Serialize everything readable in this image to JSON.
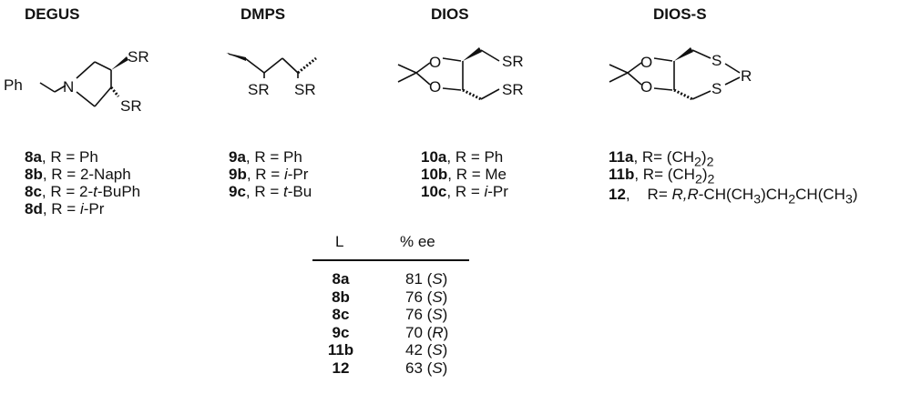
{
  "titles": {
    "degus": "DEGUS",
    "dmps": "DMPS",
    "dios": "DIOS",
    "dioss": "DIOS-S"
  },
  "structure_labels": {
    "sr": "SR",
    "r": "R",
    "s": "S",
    "o": "O",
    "n": "N",
    "ph": "Ph"
  },
  "degus": [
    {
      "id": "8a",
      "text": ", R = Ph"
    },
    {
      "id": "8b",
      "text": ", R = 2-Naph"
    },
    {
      "id": "8c",
      "text_pre": ", R = 2-",
      "text_it": "t",
      "text_post": "-BuPh"
    },
    {
      "id": "8d",
      "text_pre": ", R = ",
      "text_it": "i",
      "text_post": "-Pr"
    }
  ],
  "dmps": [
    {
      "id": "9a",
      "text": ", R = Ph"
    },
    {
      "id": "9b",
      "text_pre": ", R = ",
      "text_it": "i",
      "text_post": "-Pr"
    },
    {
      "id": "9c",
      "text_pre": ", R = ",
      "text_it": "t",
      "text_post": "-Bu"
    }
  ],
  "dios": [
    {
      "id": "10a",
      "text": ", R = Ph"
    },
    {
      "id": "10b",
      "text": ", R = Me"
    },
    {
      "id": "10c",
      "text_pre": ", R = ",
      "text_it": "i",
      "text_post": "-Pr"
    }
  ],
  "dioss": [
    {
      "id": "11a",
      "pre": ", R= (CH",
      "sub": "2",
      "post": ")",
      "sub2": "2"
    },
    {
      "id": "11b",
      "pre": ", R= (CH",
      "sub": "2",
      "post": ")",
      "sub2": "2"
    },
    {
      "id": "12",
      "pre": ",    R= ",
      "it": "R,R",
      "mid": "-CH(CH",
      "sub": "3",
      "tail": ")CH",
      "sub3": "2",
      "tail2": "CH(CH",
      "sub4": "3",
      "tail3": ")"
    }
  ],
  "table": {
    "col_ligand": "L",
    "col_ee": "% ee",
    "rows": [
      {
        "ligand": "8a",
        "ee": "81",
        "config": "S"
      },
      {
        "ligand": "8b",
        "ee": "76",
        "config": "S"
      },
      {
        "ligand": "8c",
        "ee": "76",
        "config": "S"
      },
      {
        "ligand": "9c",
        "ee": "70",
        "config": "R"
      },
      {
        "ligand": "11b",
        "ee": "42",
        "config": "S"
      },
      {
        "ligand": "12",
        "ee": "63",
        "config": "S"
      }
    ]
  }
}
